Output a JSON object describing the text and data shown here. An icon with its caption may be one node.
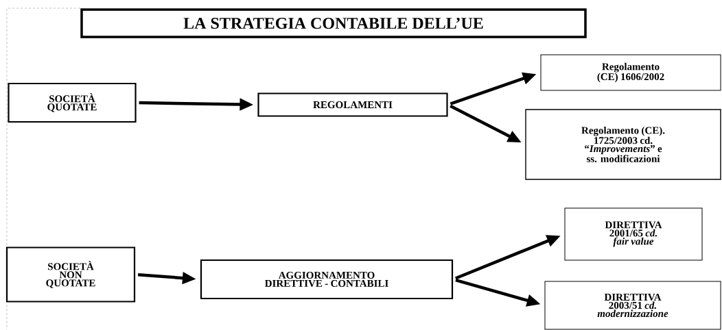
{
  "diagram": {
    "title": "LA STRATEGIA CONTABILE DELL’UE",
    "nodes": [
      {
        "text": [
          "SOCIETÀ QUOTATE"
        ]
      },
      {
        "text": [
          "REGOLAMENTI"
        ]
      },
      {
        "text": [
          "Regolamento (CE) 1606/2002"
        ]
      },
      {
        "text": [
          "Regolamento (CE). 1725/2003 cd. “*Improvements*” e ss. modificazioni"
        ]
      },
      {
        "text": [
          "SOCIETÀ NON QUOTATE"
        ]
      },
      {
        "text": [
          "AGGIORNAMENTO DIRETTIVE - CONTABILI"
        ]
      },
      {
        "text": [
          "DIRETTIVA 2001/65 *cd. fair value*"
        ]
      },
      {
        "text": [
          "DIRETTIVA 2003/51 *cd. modernizzazione*"
        ]
      }
    ],
    "edges": [
      {
        "from": 0,
        "to": 1,
        "arrow": "to"
      },
      {
        "from": 1,
        "to": 2,
        "arrow": "to"
      },
      {
        "from": 1,
        "to": 3,
        "arrow": "to"
      },
      {
        "from": 4,
        "to": 5,
        "arrow": "to"
      },
      {
        "from": 5,
        "to": 6,
        "arrow": "to"
      },
      {
        "from": 5,
        "to": 7,
        "arrow": "to"
      }
    ]
  }
}
